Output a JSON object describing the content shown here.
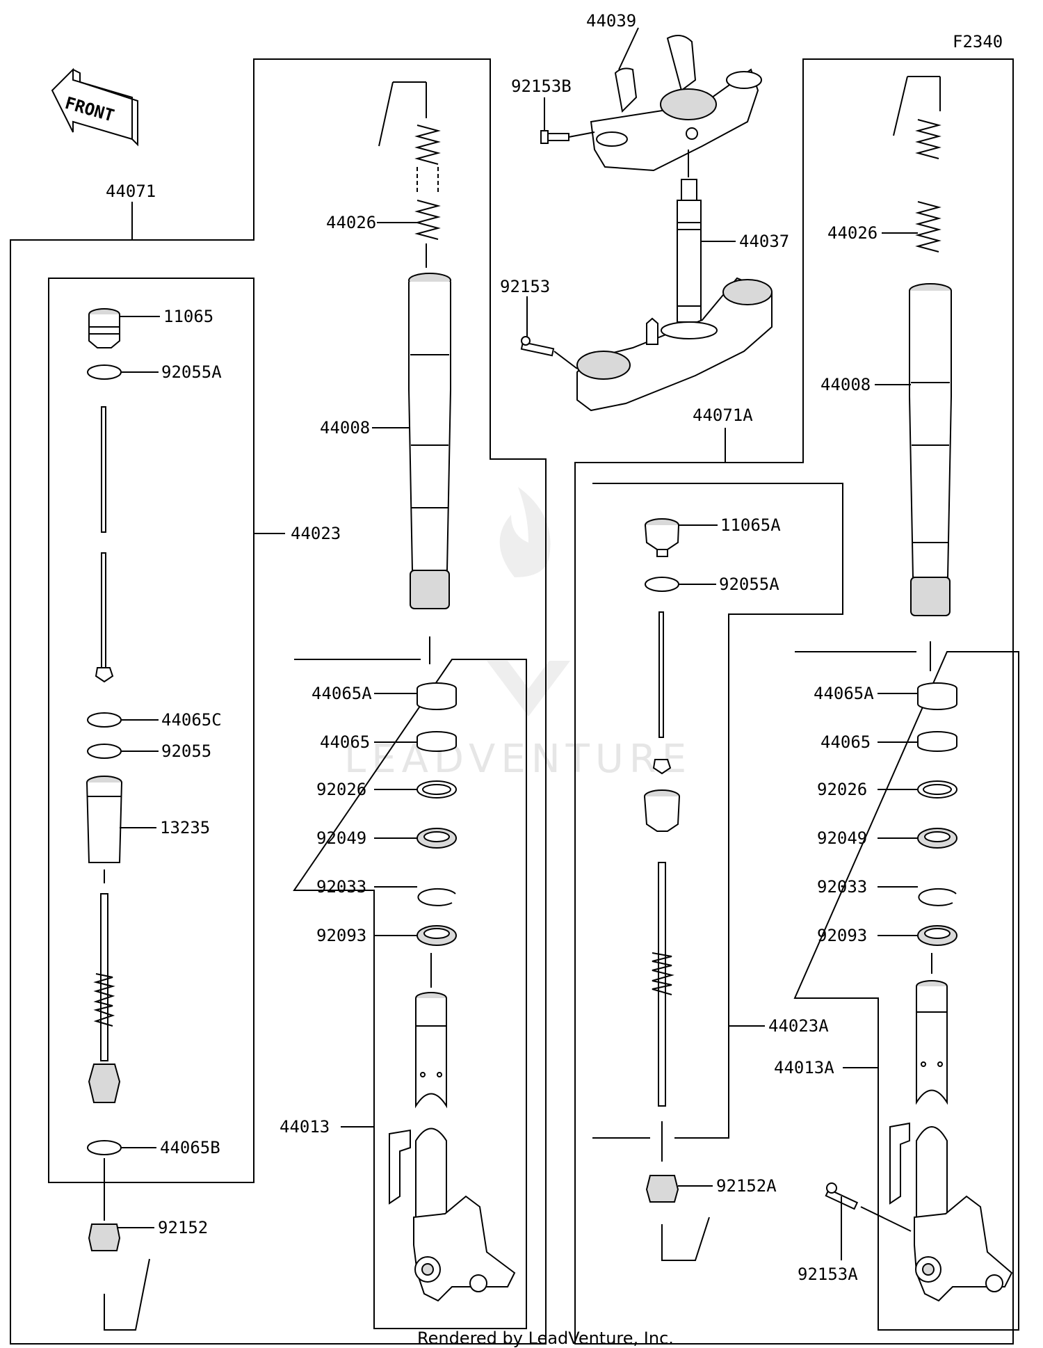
{
  "figure_code": "F2340",
  "front_label": "FRONT",
  "watermark": "LEADVENTURE",
  "footer": "Rendered by LeadVenture, Inc.",
  "parts": {
    "p44071": "44071",
    "p44071A": "44071A",
    "p44039": "44039",
    "p92153B": "92153B",
    "p44037": "44037",
    "p92153": "92153",
    "p44026_l": "44026",
    "p44026_r": "44026",
    "p44008_l": "44008",
    "p44008_r": "44008",
    "p11065": "11065",
    "p92055A_l": "92055A",
    "p44023": "44023",
    "p44065C": "44065C",
    "p92055": "92055",
    "p13235": "13235",
    "p44065B": "44065B",
    "p92152": "92152",
    "p44065A_l": "44065A",
    "p44065_l": "44065",
    "p92026_l": "92026",
    "p92049_l": "92049",
    "p92033_l": "92033",
    "p92093_l": "92093",
    "p44013": "44013",
    "p11065A": "11065A",
    "p92055A_r": "92055A",
    "p44023A": "44023A",
    "p92152A": "92152A",
    "p44065A_r": "44065A",
    "p44065_r": "44065",
    "p92026_r": "92026",
    "p92049_r": "92049",
    "p92033_r": "92033",
    "p92093_r": "92093",
    "p44013A": "44013A",
    "p92153A": "92153A"
  }
}
